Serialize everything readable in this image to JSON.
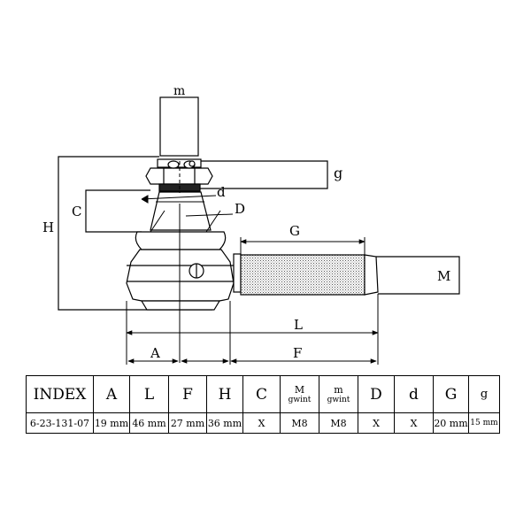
{
  "drawing": {
    "labels": {
      "m": "m",
      "g": "g",
      "d": "d",
      "C": "C",
      "D": "D",
      "H": "H",
      "G": "G",
      "M": "M",
      "L": "L",
      "A": "A",
      "F": "F"
    }
  },
  "table": {
    "headers": {
      "index": "INDEX",
      "A": "A",
      "L": "L",
      "F": "F",
      "H": "H",
      "C": "C",
      "M": "M",
      "M_sub": "gwint",
      "m": "m",
      "m_sub": "gwint",
      "D": "D",
      "d": "d",
      "G": "G",
      "g": "g"
    },
    "row": {
      "index": "6-23-131-07",
      "A": "19 mm",
      "L": "46 mm",
      "F": "27 mm",
      "H": "36 mm",
      "C": "X",
      "M": "M8",
      "m": "M8",
      "D": "X",
      "d": "X",
      "G": "20 mm",
      "g": "15 mm"
    }
  }
}
